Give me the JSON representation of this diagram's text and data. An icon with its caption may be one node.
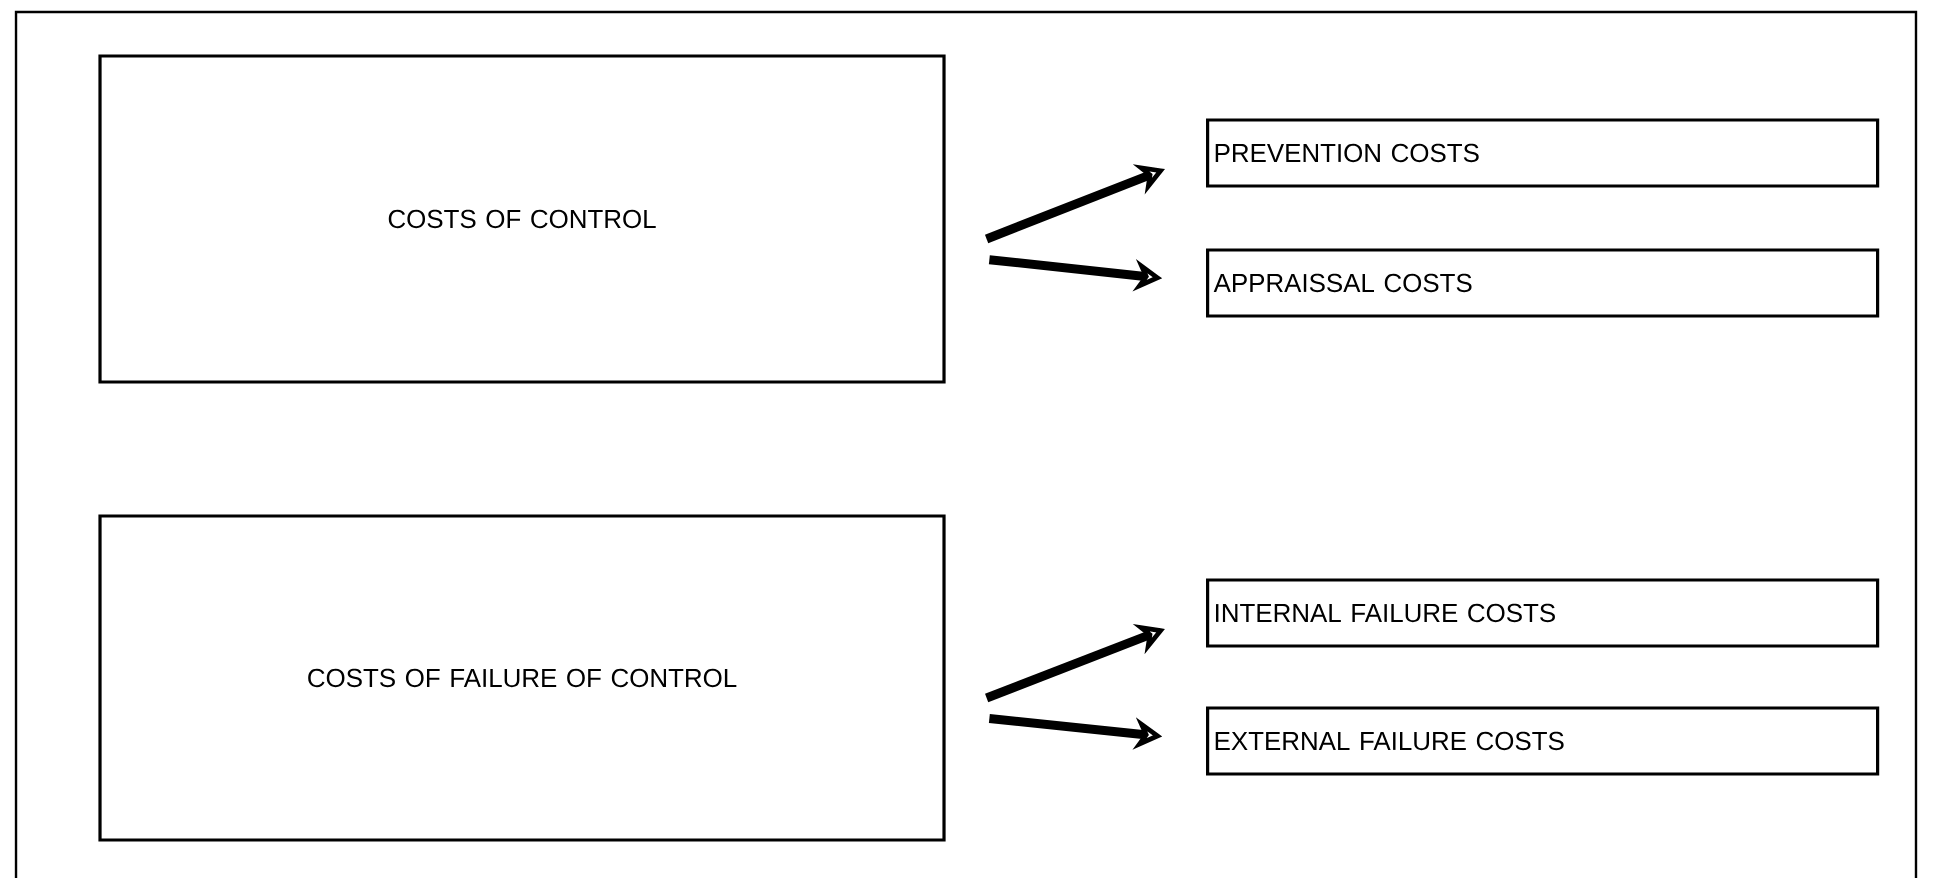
{
  "diagram": {
    "nodes": [
      {
        "text": [
          "COSTS OF CONTROL"
        ]
      },
      {
        "text": [
          "PREVENTION COSTS"
        ]
      },
      {
        "text": [
          "APPRAISSAL COSTS"
        ]
      },
      {
        "text": [
          "COSTS OF FAILURE OF CONTROL"
        ]
      },
      {
        "text": [
          "INTERNAL FAILURE COSTS"
        ]
      },
      {
        "text": [
          "EXTERNAL FAILURE COSTS"
        ]
      }
    ],
    "edges": [
      {
        "from": 0,
        "to": 1,
        "arrow": "to"
      },
      {
        "from": 0,
        "to": 2,
        "arrow": "to"
      },
      {
        "from": 3,
        "to": 4,
        "arrow": "to"
      },
      {
        "from": 3,
        "to": 5,
        "arrow": "to"
      }
    ]
  }
}
